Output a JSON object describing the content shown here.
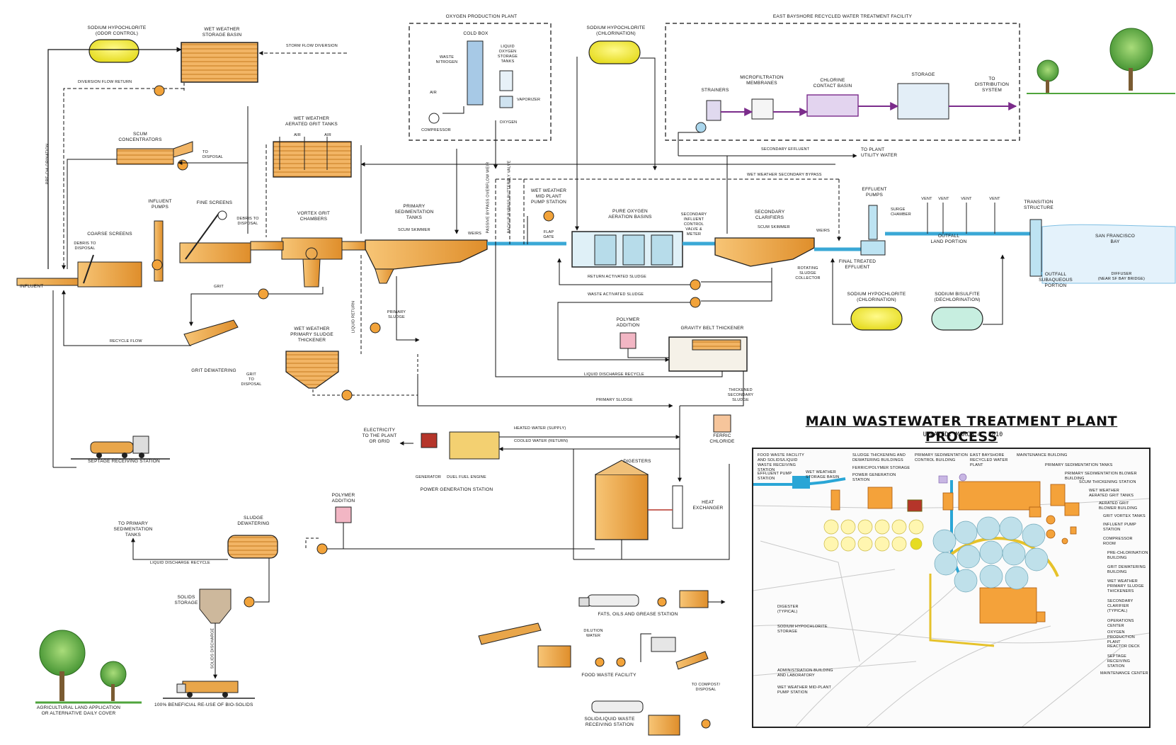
{
  "title": "MAIN WASTEWATER TREATMENT PLANT PROCESS",
  "subtitle": "UPDATED: MARCH 4, 2010",
  "colors": {
    "process_orange": "#e8a33c",
    "sodium_yellow": "#f3ef4a",
    "sodium_bisulfite_teal": "#c7eee0",
    "polymer_pink": "#f2b6c4",
    "ferric_peach": "#f6c59b",
    "solids_tan": "#cdb89c",
    "reclaim_purple": "#7b2c8b",
    "water_blue": "#2aa6d6",
    "tree_green": "#4fa43c"
  },
  "labels": {
    "sh_odor": "SODIUM HYPOCHLORITE\n(ODOR CONTROL)",
    "wet_weather_storage": "WET WEATHER\nSTORAGE BASIN",
    "storm_flow_diversion": "STORM FLOW DIVERSION",
    "diversion_flow_return": "DIVERSION FLOW RETURN",
    "pre_chlorination": "PRE-CHLORINATION",
    "scum_concentrators": "SCUM\nCONCENTRATORS",
    "to_disposal_1": "TO\nDISPOSAL",
    "wet_weather_grit": "WET WEATHER\nAERATED GRIT TANKS",
    "air_1": "AIR",
    "air_2": "AIR",
    "influent_pumps": "INFLUENT\nPUMPS",
    "fine_screens": "FINE SCREENS",
    "debris_disposal_1": "DEBRIS TO\nDISPOSAL",
    "coarse_screens": "COARSE SCREENS",
    "debris_disposal_2": "DEBRIS TO\nDISPOSAL",
    "vortex_grit": "VORTEX GRIT\nCHAMBERS",
    "influent": "INFLUENT",
    "grit": "GRIT",
    "recycle_flow": "RECYCLE FLOW",
    "grit_dewatering": "GRIT DEWATERING",
    "grit_disposal": "GRIT\nTO\nDISPOSAL",
    "liquid_return": "LIQUID RETURN",
    "primary_sedimentation": "PRIMARY\nSEDIMENTATION\nTANKS",
    "scum_skimmer_1": "SCUM SKIMMER",
    "weirs_1": "WEIRS",
    "primary_sludge_1": "PRIMARY\nSLUDGE",
    "ww_primary_thickener": "WET WEATHER\nPRIMARY SLUDGE\nTHICKENER",
    "oxygen_plant": "OXYGEN PRODUCTION PLANT",
    "cold_box": "COLD BOX",
    "waste_nitrogen": "WASTE\nNITROGEN",
    "liquid_oxygen": "LIQUID\nOXYGEN\nSTORAGE\nTANKS",
    "air_3": "AIR",
    "vaporizer": "VAPORIZER",
    "compressor": "COMPRESSOR",
    "oxygen": "OXYGEN",
    "passive_bypass": "PASSIVE BYPASS\nOVERFLOW WEIR",
    "backup_bypass": "BACKUP BYPASS\nBUTTERFLY VALVE",
    "ww_mid_plant": "WET WEATHER\nMID PLANT\nPUMP STATION",
    "flap_gate": "FLAP\nGATE",
    "pure_oxygen": "PURE OXYGEN\nAERATION BASINS",
    "sec_influent_valve": "SECONDARY\nINFLUENT\nCONTROL\nVALVE &\nMETER",
    "secondary_clarifiers": "SECONDARY\nCLARIFIERS",
    "scum_skimmer_2": "SCUM SKIMMER",
    "weirs_2": "WEIRS",
    "rotating_collector": "ROTATING\nSLUDGE\nCOLLECTOR",
    "return_activated": "RETURN ACTIVATED SLUDGE",
    "waste_activated": "WASTE ACTIVATED SLUDGE",
    "sh_chlorination_top": "SODIUM HYPOCHLORITE\n(CHLORINATION)",
    "east_bayshore": "EAST BAYSHORE RECYCLED WATER TREATMENT FACILITY",
    "strainers": "STRAINERS",
    "microfiltration": "MICROFILTRATION\nMEMBRANES",
    "chlorine_contact": "CHLORINE\nCONTACT BASIN",
    "storage": "STORAGE",
    "to_distribution": "TO\nDISTRIBUTION\nSYSTEM",
    "secondary_effluent": "SECONDARY EFFLUENT",
    "to_plant_utility": "TO PLANT\nUTILITY WATER",
    "ww_secondary_bypass": "WET WEATHER SECONDARY BYPASS",
    "effluent_pumps": "EFFLUENT\nPUMPS",
    "surge_chamber": "SURGE\nCHAMBER",
    "vent_1": "VENT",
    "vent_2": "VENT",
    "vent_3": "VENT",
    "vent_4": "VENT",
    "outfall_land": "OUTFALL\nLAND PORTION",
    "transition": "TRANSITION\nSTRUCTURE",
    "sf_bay": "SAN FRANCISCO\nBAY",
    "diffuser": "DIFFUSER\n(NEAR SF BAY BRIDGE)",
    "outfall_subaqueous": "OUTFALL\nSUBAQUEOUS\nPORTION",
    "final_effluent": "FINAL TREATED\nEFFLUENT",
    "sh_chlorination_bottom": "SODIUM HYPOCHLORITE\n(CHLORINATION)",
    "sodium_bisulfite": "SODIUM BISULFITE\n(DECHLORINATION)",
    "polymer_1": "POLYMER\nADDITION",
    "gravity_belt": "GRAVITY BELT THICKENER",
    "liquid_discharge_1": "LIQUID DISCHARGE RECYCLE",
    "primary_sludge_2": "PRIMARY SLUDGE",
    "thickened_secondary": "THICKENED\nSECONDARY\nSLUDGE",
    "ferric_chloride": "FERRIC\nCHLORIDE",
    "septage": "SEPTAGE RECEIVING STATION",
    "electricity": "ELECTRICITY\nTO THE PLANT\nOR GRID",
    "heated_water": "HEATED WATER (SUPPLY)",
    "cooled_water": "COOLED WATER (RETURN)",
    "generator": "GENERATOR",
    "dual_fuel": "DUEL FUEL ENGINE",
    "power_generation": "POWER GENERATION STATION",
    "digesters": "DIGESTERS",
    "heat_exchanger": "HEAT\nEXCHANGER",
    "polymer_2": "POLYMER\nADDITION",
    "to_primary_sed": "TO PRIMARY\nSEDIMENTATION\nTANKS",
    "sludge_dewatering": "SLUDGE\nDEWATERING",
    "liquid_discharge_2": "LIQUID DISCHARGE RECYCLE",
    "solids_storage": "SOLIDS\nSTORAGE",
    "solids_discharge": "SOLIDS DISCHARGE",
    "beneficial_reuse": "100% BENEFICIAL RE-USE OF BIO-SOLIDS",
    "agricultural": "AGRICULTURAL LAND APPLICATION\nOR ALTERNATIVE DAILY COVER",
    "fog_station": "FATS, OILS AND GREASE STATION",
    "dilution_water": "DILUTION\nWATER",
    "food_waste": "FOOD WASTE FACILITY",
    "to_compost": "TO COMPOST/\nDISPOSAL",
    "solid_liquid_waste": "SOLID/LIQUID WASTE\nRECEIVING STATION"
  },
  "site_plan": {
    "left_labels": [
      "FOOD WASTE FACILITY\nAND SOLIDS/LIQUID\nWASTE RECEIVING\nSTATION",
      "EFFLUENT PUMP\nSTATION",
      "WET WEATHER\nSTORAGE BASIN",
      "SLUDGE THICKENING AND\nDEWATERING BUILDINGS",
      "FERRIC/POLYMER STORAGE",
      "POWER GENERATION\nSTATION",
      "PRIMARY SEDIMENTATION\nCONTROL BUILDING",
      "EAST BAYSHORE\nRECYCLED WATER\nPLANT"
    ],
    "right_labels": [
      "MAINTENANCE BUILDING",
      "PRIMARY SEDIMENTATION TANKS",
      "PRIMARY SEDIMENTATION BLOWER BUILDING",
      "SCUM THICKENING STATION",
      "WET WEATHER\nAERATED GRIT TANKS",
      "AERATED GRIT\nBLOWER BUILDING",
      "GRIT VORTEX TANKS",
      "INFLUENT PUMP\nSTATION",
      "COMPRESSOR\nROOM",
      "PRE-CHLORINATION\nBUILDING",
      "GRIT DEWATERING\nBUILDING",
      "WET WEATHER\nPRIMARY SLUDGE\nTHICKENERS",
      "SECONDARY\nCLARIFIER\n(TYPICAL)",
      "OPERATIONS CENTER",
      "OXYGEN PRODUCTION\nPLANT",
      "REACTOR DECK",
      "SEPTAGE RECEIVING\nSTATION",
      "MAINTENANCE CENTER"
    ],
    "bottom_left_labels": [
      "DIGESTER\n(TYPICAL)",
      "SODIUM HYPOCHLORITE\nSTORAGE",
      "ADMINISTRATION BUILDING\nAND LABORATORY",
      "WET WEATHER MID-PLANT\nPUMP STATION"
    ]
  }
}
